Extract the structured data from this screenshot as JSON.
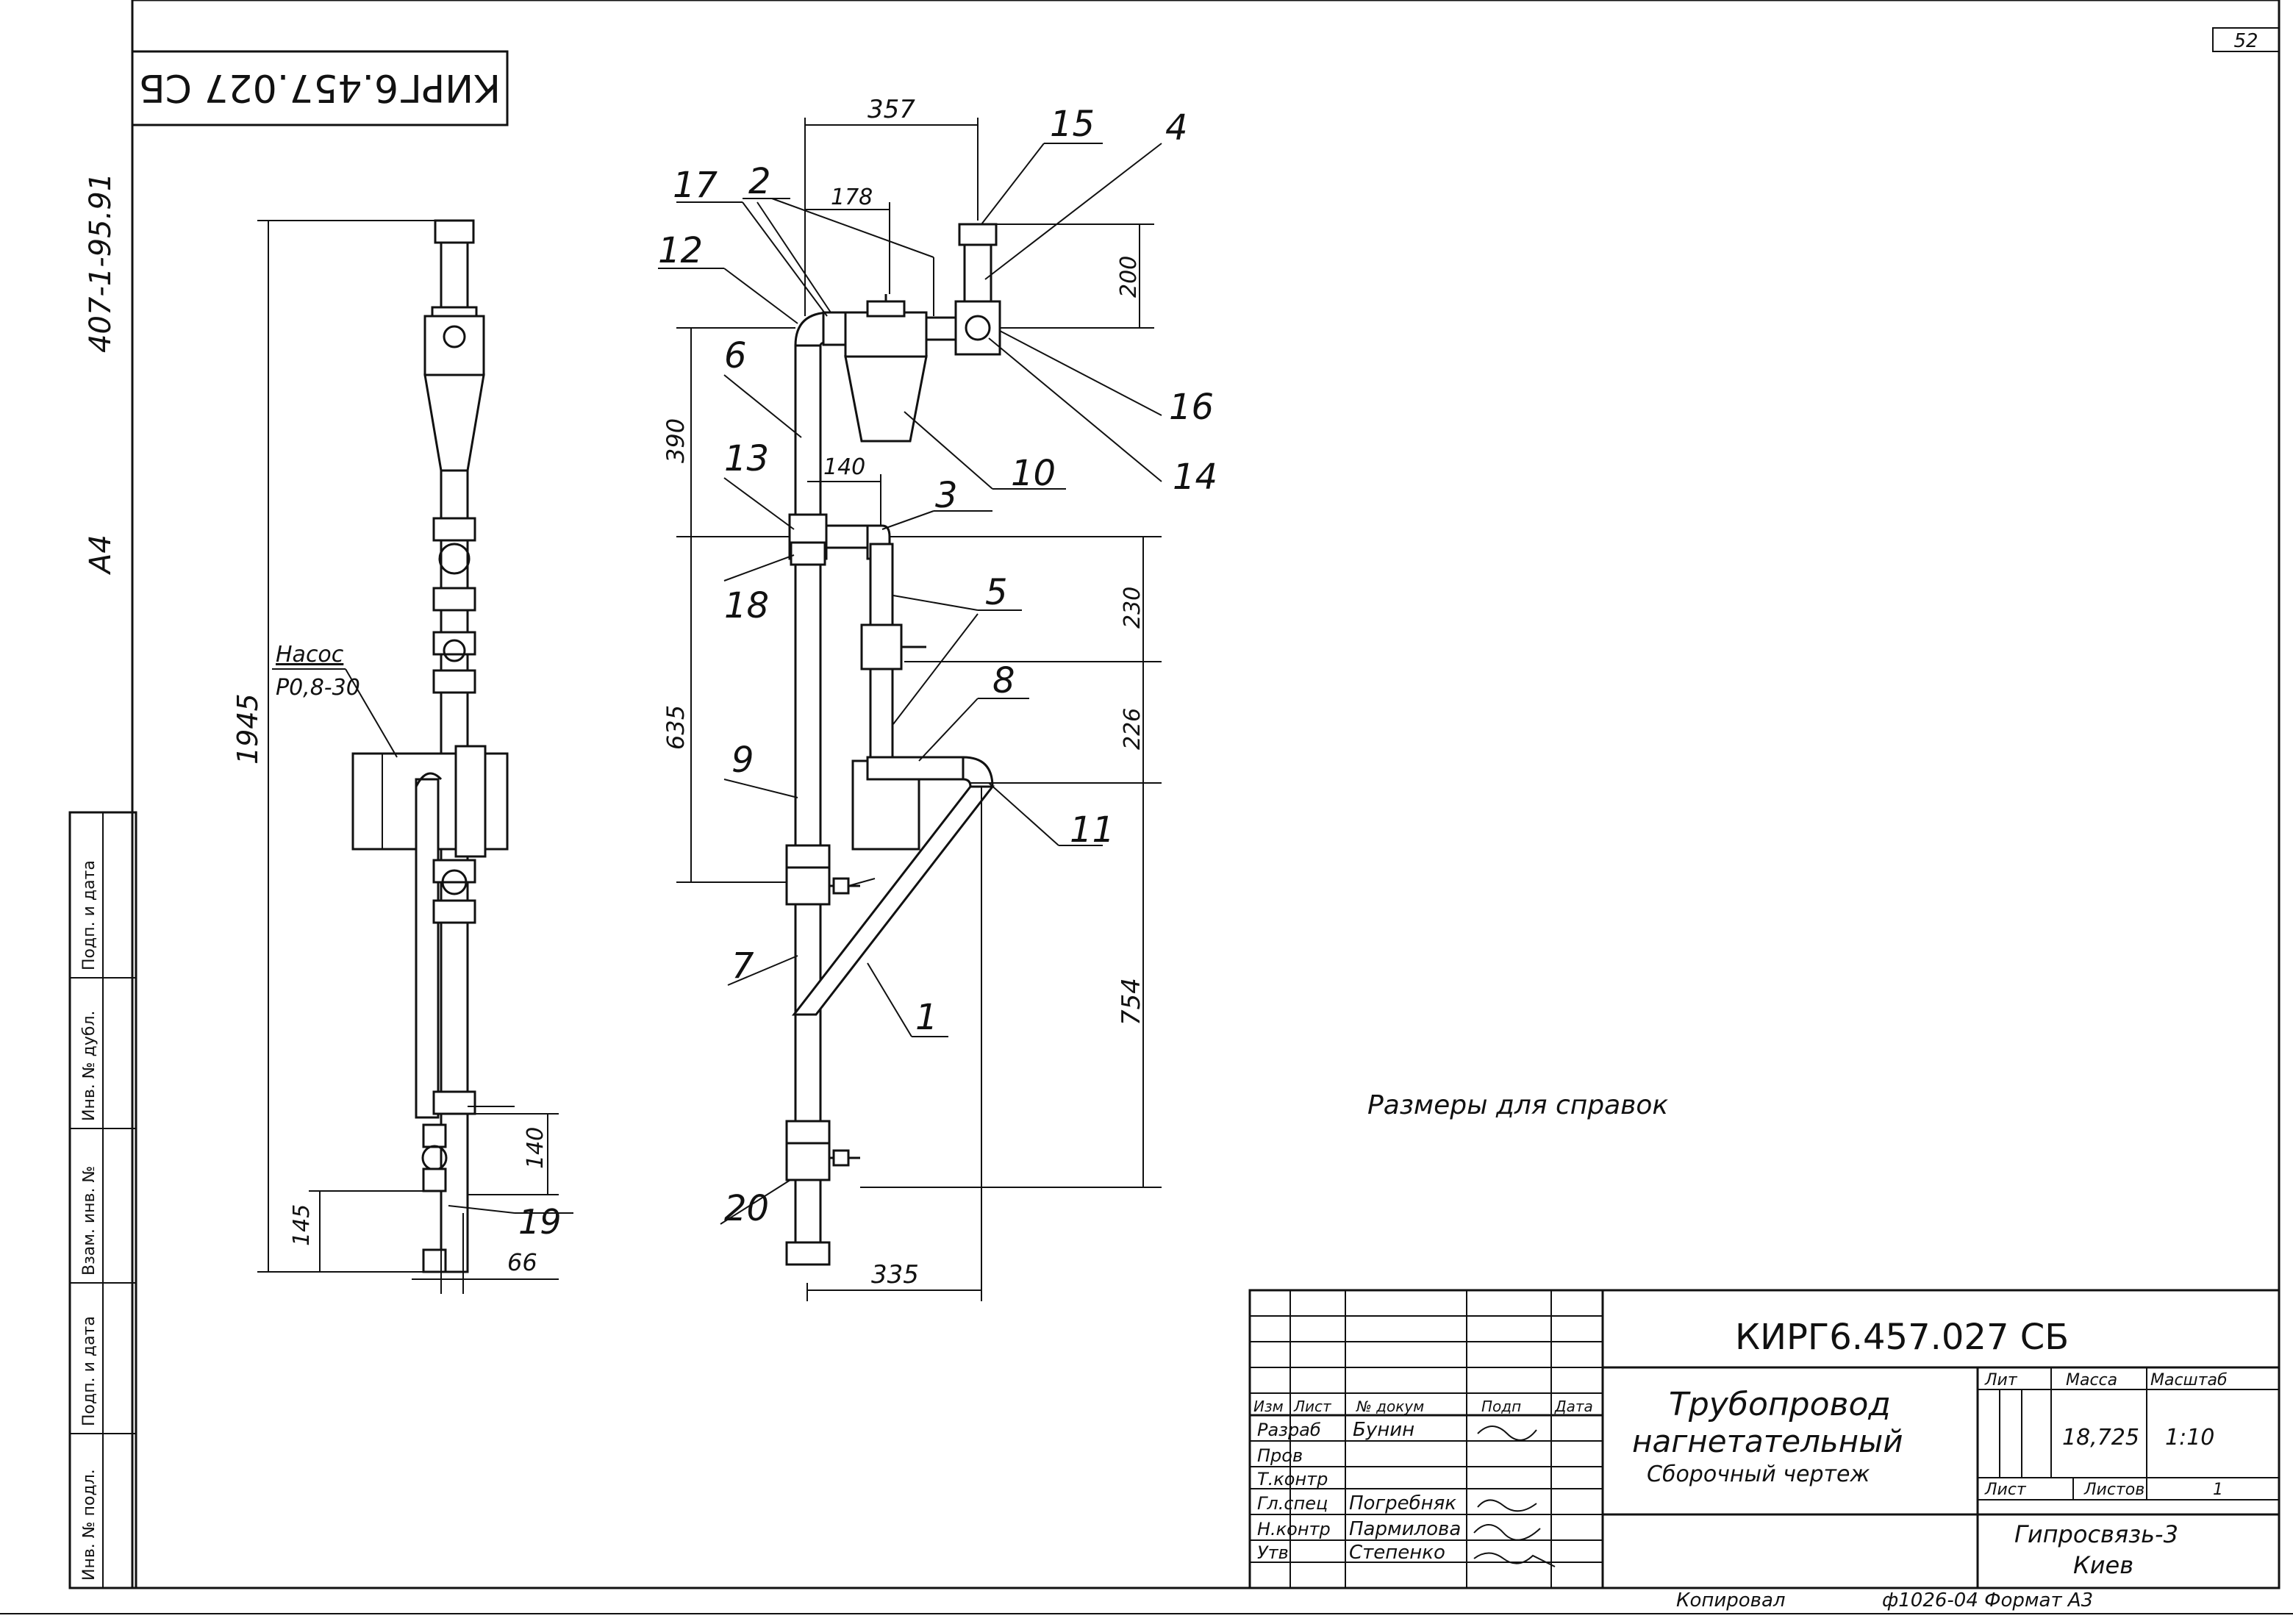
{
  "sheet": {
    "sheet_number": "52",
    "top_stamp": "КИРГ6.457.027 СБ",
    "side_code": "407-1-95.91",
    "format_small": "А4",
    "note": "Размеры для справок",
    "copied": "Копировал",
    "format_line": "ф1026-04 Формат А3"
  },
  "labels": {
    "pump_name": "Насос",
    "pump_model": "Р0,8-30"
  },
  "dimensions": {
    "d357": "357",
    "d178": "178",
    "d200": "200",
    "d390": "390",
    "d140a": "140",
    "d635": "635",
    "d230": "230",
    "d226": "226",
    "d754": "754",
    "d335": "335",
    "d1945": "1945",
    "d145": "145",
    "d140b": "140",
    "d66": "66"
  },
  "callouts": {
    "c1": "1",
    "c2": "2",
    "c3": "3",
    "c4": "4",
    "c5": "5",
    "c6": "6",
    "c7": "7",
    "c8": "8",
    "c9": "9",
    "c10": "10",
    "c11": "11",
    "c12": "12",
    "c13": "13",
    "c14": "14",
    "c15": "15",
    "c16": "16",
    "c17": "17",
    "c18": "18",
    "c19": "19",
    "c20": "20"
  },
  "left_stamp": {
    "r1": "Подп. и дата",
    "r2": "Инв. № дубл.",
    "r3": "Взам. инв. №",
    "r4": "Подп. и дата",
    "r5": "Инв. № подл."
  },
  "title_block": {
    "doc_code": "КИРГ6.457.027 СБ",
    "title_line1": "Трубопровод",
    "title_line2": "нагнетательный",
    "title_line3": "Сборочный чертеж",
    "hdr_izm": "Изм",
    "hdr_list": "Лист",
    "hdr_doc": "№ докум",
    "hdr_sign": "Подп",
    "hdr_date": "Дата",
    "role_razrab": "Разраб",
    "role_prov": "Пров",
    "role_tkontr": "Т.контр",
    "role_glspec": "Гл.спец",
    "role_nkontr": "Н.контр",
    "role_utv": "Утв",
    "name_razrab": "Бунин",
    "name_glspec": "Погребняк",
    "name_nkontr": "Пармилова",
    "name_utv": "Степенко",
    "lit_label": "Лит",
    "mass_label": "Масса",
    "scale_label": "Масштаб",
    "mass_value": "18,725",
    "scale_value": "1:10",
    "sheet_label": "Лист",
    "sheets_label": "Листов",
    "sheets_value": "1",
    "org_line1": "Гипросвязь-3",
    "org_line2": "Киев"
  }
}
